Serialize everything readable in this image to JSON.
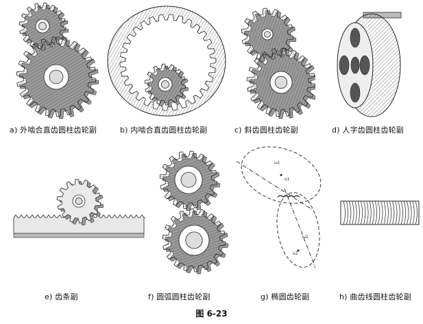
{
  "captions": {
    "a": "a) 外啮合直齿圆柱齿轮副",
    "b": "b) 内啮合直齿圆柱齿轮副",
    "c": "c) 斜齿圆柱齿轮副",
    "d": "d) 人字齿圆柱齿轮副",
    "e": "e) 齿条副",
    "f": "f) 圆弧圆柱齿轮副",
    "g": "g) 椭圆齿轮副",
    "h": "h) 曲齿线圆柱齿轮副"
  },
  "figure_label": "图 6-23",
  "ellipse_annotations": {
    "omega1": "ω1",
    "o1": "o1",
    "omega2": "ω2",
    "o2": "o2"
  }
}
